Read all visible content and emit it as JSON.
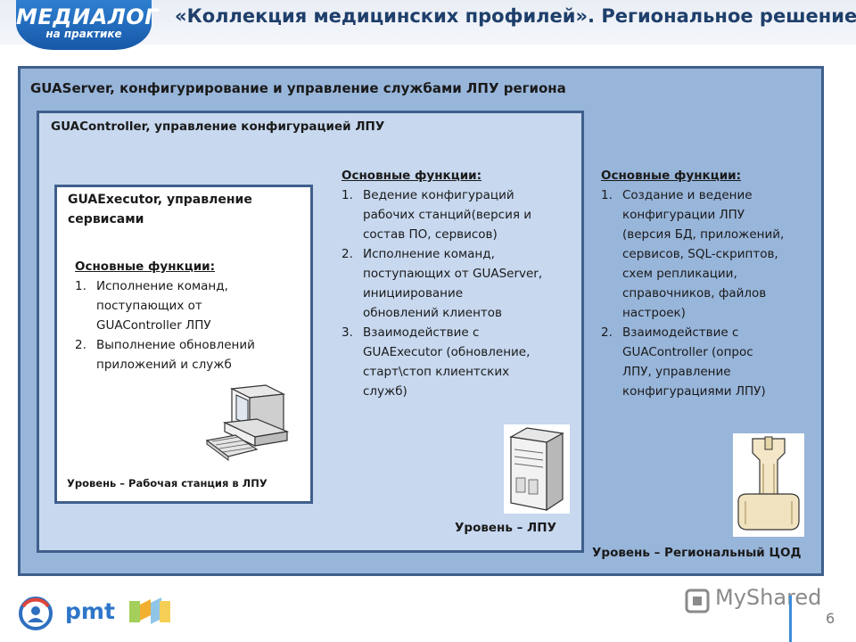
{
  "header": {
    "logo_line1": "МЕДИАЛОГ",
    "logo_line2": "на практике",
    "title": "«Коллекция медицинских профилей». Региональное решение"
  },
  "server_box": {
    "title": "GUAServer, конфигурирование  и управление службами ЛПУ региона",
    "functions_title": "Основные функции:",
    "functions": [
      {
        "num": "1.",
        "lines": [
          "Создание и ведение",
          "конфигурации ЛПУ",
          "(версия БД, приложений,",
          "сервисов, SQL-скриптов,",
          "схем репликации,",
          "справочников, файлов",
          "настроек)"
        ]
      },
      {
        "num": "2.",
        "lines": [
          "Взаимодействие с",
          "GUAController (опрос",
          "ЛПУ, управление",
          "конфигурациями ЛПУ)"
        ]
      }
    ],
    "level": "Уровень – Региональный ЦОД"
  },
  "controller_box": {
    "title": "GUAController, управление конфигурацией ЛПУ",
    "functions_title": "Основные функции:",
    "functions": [
      {
        "num": "1.",
        "lines": [
          "Ведение конфигураций",
          "рабочих станций(версия и",
          "состав ПО, сервисов)"
        ]
      },
      {
        "num": "2.",
        "lines": [
          "Исполнение команд,",
          "поступающих от GUAServer,",
          "инициирование",
          "обновлений клиентов"
        ]
      },
      {
        "num": "3.",
        "lines": [
          "Взаимодействие с",
          "GUAExecutor (обновление,",
          "старт\\стоп клиентских",
          "служб)"
        ]
      }
    ],
    "level": "Уровень – ЛПУ"
  },
  "executor_box": {
    "title_lines": [
      "GUAExecutor, управление",
      "сервисами"
    ],
    "functions_title": "Основные функции:",
    "functions": [
      {
        "num": "1.",
        "lines": [
          "Исполнение команд,",
          "поступающих от",
          "GUAController ЛПУ"
        ]
      },
      {
        "num": "2.",
        "lines": [
          "Выполнение обновлений",
          "приложений и служб"
        ]
      }
    ],
    "level": "Уровень – Рабочая станция в  ЛПУ"
  },
  "footer": {
    "partner_logo_text": "pmt",
    "watermark": "MyShared",
    "page_number": "6"
  },
  "colors": {
    "server_fill": "#98b5da",
    "controller_fill": "#c7d8ef",
    "border": "#3f5f8c",
    "title": "#1f3f6b",
    "logo": "#1758a8"
  },
  "icons": [
    "workstation-icon",
    "server-tower-icon",
    "mainframe-icon",
    "medialog-logo",
    "pmt-logo",
    "partner-logo",
    "myshared-logo"
  ]
}
